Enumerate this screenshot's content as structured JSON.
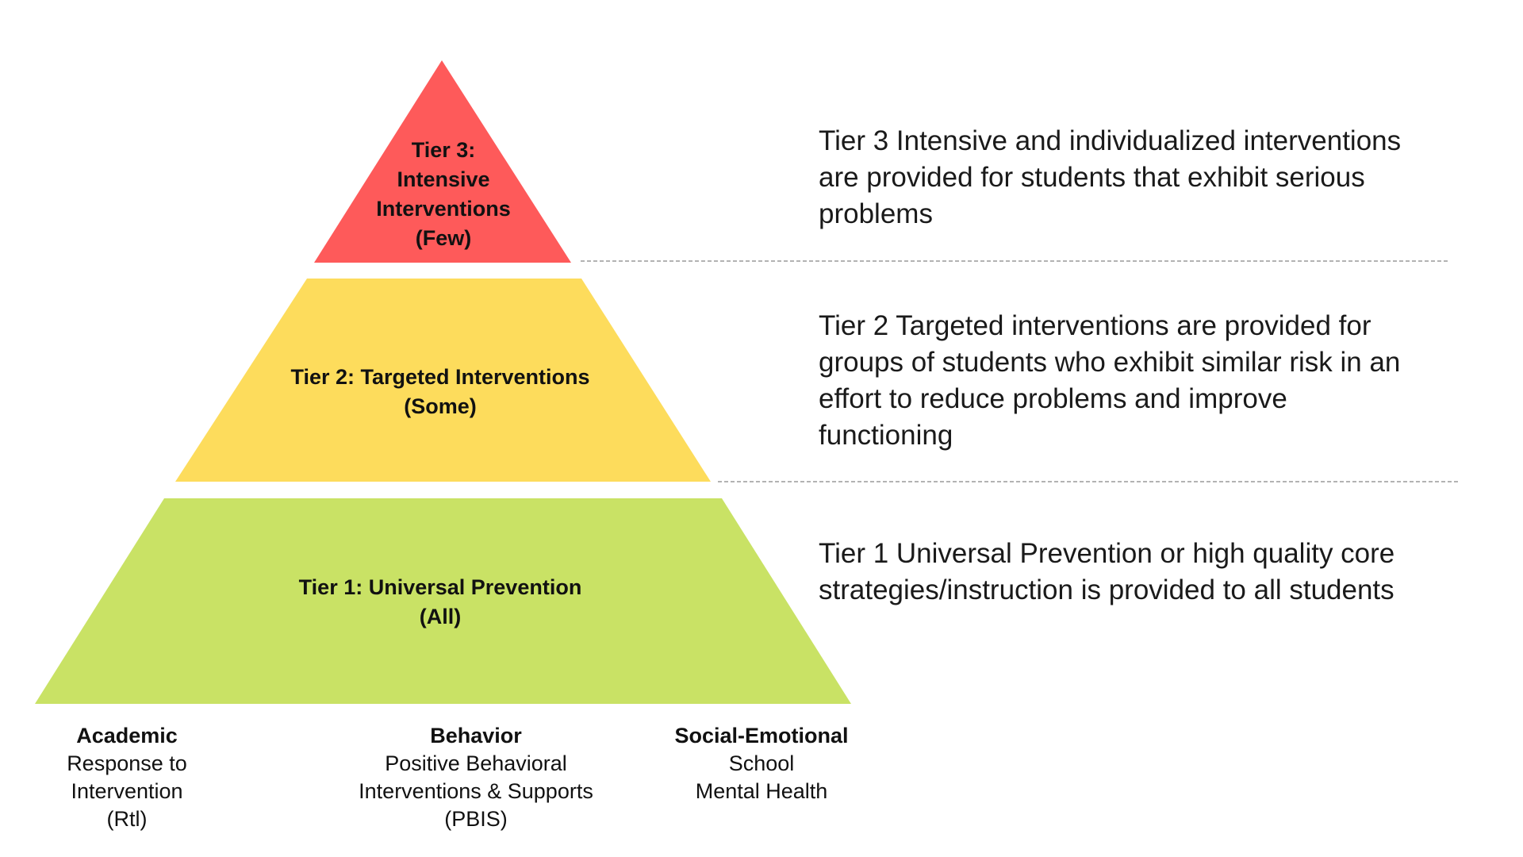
{
  "tiers": [
    {
      "id": "tier3",
      "label_lines": [
        "Tier 3:",
        "Intensive",
        "Interventions",
        "(Few)"
      ],
      "color": "#fe5a5a",
      "description_lines": [
        "Tier 3 Intensive and individualized interventions",
        "are provided for students that exhibit serious",
        "problems"
      ]
    },
    {
      "id": "tier2",
      "label_lines": [
        "Tier 2: Targeted Interventions",
        "(Some)"
      ],
      "color": "#fddc5c",
      "description_lines": [
        "Tier 2 Targeted interventions are provided for",
        "groups of students who exhibit similar risk in an",
        "effort to reduce problems and improve",
        "functioning"
      ]
    },
    {
      "id": "tier1",
      "label_lines": [
        "Tier 1: Universal Prevention",
        "(All)"
      ],
      "color": "#c9e265",
      "description_lines": [
        "Tier 1 Universal Prevention or high quality core",
        "strategies/instruction is provided to all students"
      ]
    }
  ],
  "domains": [
    {
      "title": "Academic",
      "lines": [
        "Response to",
        "Intervention",
        "(Rtl)"
      ]
    },
    {
      "title": "Behavior",
      "lines": [
        "Positive Behavioral",
        "Interventions & Supports",
        "(PBIS)"
      ]
    },
    {
      "title": "Social-Emotional",
      "lines": [
        "School",
        "Mental Health"
      ]
    }
  ],
  "divider_color": "#9a9a9a"
}
